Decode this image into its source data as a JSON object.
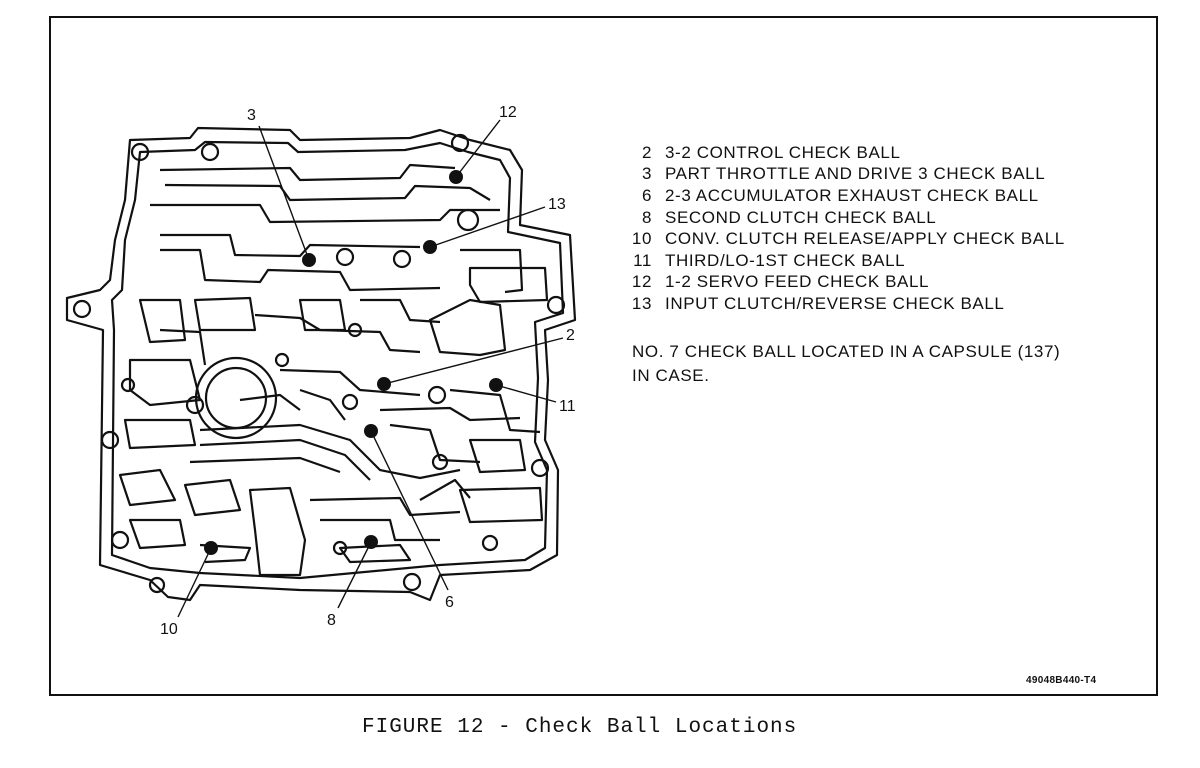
{
  "legend": {
    "items": [
      {
        "num": "2",
        "text": "3-2 CONTROL CHECK BALL"
      },
      {
        "num": "3",
        "text": "PART THROTTLE AND DRIVE 3 CHECK BALL"
      },
      {
        "num": "6",
        "text": "2-3 ACCUMULATOR EXHAUST CHECK BALL"
      },
      {
        "num": "8",
        "text": "SECOND CLUTCH CHECK BALL"
      },
      {
        "num": "10",
        "text": "CONV. CLUTCH RELEASE/APPLY CHECK BALL"
      },
      {
        "num": "11",
        "text": "THIRD/LO-1ST CHECK BALL"
      },
      {
        "num": "12",
        "text": "1-2 SERVO FEED CHECK BALL"
      },
      {
        "num": "13",
        "text": "INPUT CLUTCH/REVERSE CHECK BALL"
      }
    ],
    "note_line1": "NO. 7 CHECK BALL LOCATED IN A CAPSULE (137)",
    "note_line2": "IN CASE."
  },
  "callouts": {
    "c3": "3",
    "c12": "12",
    "c13": "13",
    "c2": "2",
    "c11": "11",
    "c6": "6",
    "c8": "8",
    "c10": "10"
  },
  "figure_code": "49048B440-T4",
  "caption": "FIGURE 12 - Check Ball Locations"
}
